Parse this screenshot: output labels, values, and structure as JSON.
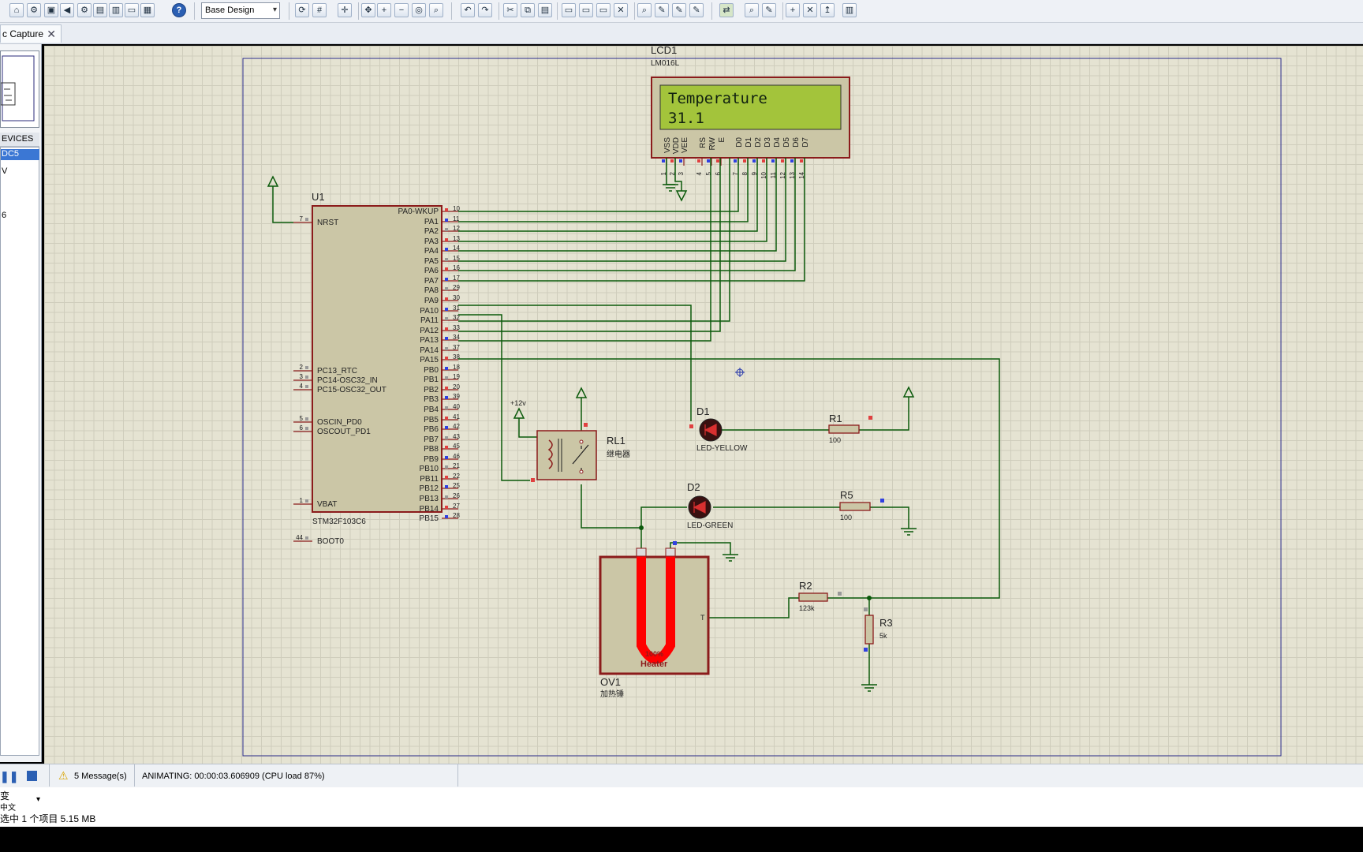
{
  "toolbar": {
    "design_select": "Base Design",
    "help_label": "?"
  },
  "tab": {
    "label": "c Capture",
    "close": "✕"
  },
  "sidebar": {
    "devices_header": "EVICES",
    "items": [
      "DC5",
      "V",
      "6"
    ]
  },
  "status": {
    "messages": "5 Message(s)",
    "animating": "ANIMATING: 00:00:03.606909 (CPU load 87%)"
  },
  "explorer": {
    "row1": "变",
    "row2": "中文",
    "row3": "选中 1 个项目   5.15 MB"
  },
  "schematic": {
    "lcd": {
      "ref": "LCD1",
      "part": "LM016L",
      "line1": "Temperature",
      "line2": "31.1",
      "pins": [
        "VSS",
        "VDD",
        "VEE",
        "RS",
        "RW",
        "E",
        "D0",
        "D1",
        "D2",
        "D3",
        "D4",
        "D5",
        "D6",
        "D7"
      ],
      "pin_nums": [
        "1",
        "2",
        "3",
        "4",
        "5",
        "6",
        "7",
        "8",
        "9",
        "10",
        "11",
        "12",
        "13",
        "14"
      ]
    },
    "mcu": {
      "ref": "U1",
      "part": "STM32F103C6",
      "left_pins": [
        {
          "num": "7",
          "name": "NRST"
        },
        {
          "num": "2",
          "name": "PC13_RTC"
        },
        {
          "num": "3",
          "name": "PC14-OSC32_IN"
        },
        {
          "num": "4",
          "name": "PC15-OSC32_OUT"
        },
        {
          "num": "5",
          "name": "OSCIN_PD0"
        },
        {
          "num": "6",
          "name": "OSCOUT_PD1"
        },
        {
          "num": "1",
          "name": "VBAT"
        },
        {
          "num": "44",
          "name": "BOOT0"
        }
      ],
      "right_pins": [
        {
          "num": "10",
          "name": "PA0-WKUP"
        },
        {
          "num": "11",
          "name": "PA1"
        },
        {
          "num": "12",
          "name": "PA2"
        },
        {
          "num": "13",
          "name": "PA3"
        },
        {
          "num": "14",
          "name": "PA4"
        },
        {
          "num": "15",
          "name": "PA5"
        },
        {
          "num": "16",
          "name": "PA6"
        },
        {
          "num": "17",
          "name": "PA7"
        },
        {
          "num": "29",
          "name": "PA8"
        },
        {
          "num": "30",
          "name": "PA9"
        },
        {
          "num": "31",
          "name": "PA10"
        },
        {
          "num": "32",
          "name": "PA11"
        },
        {
          "num": "33",
          "name": "PA12"
        },
        {
          "num": "34",
          "name": "PA13"
        },
        {
          "num": "37",
          "name": "PA14"
        },
        {
          "num": "38",
          "name": "PA15"
        },
        {
          "num": "18",
          "name": "PB0"
        },
        {
          "num": "19",
          "name": "PB1"
        },
        {
          "num": "20",
          "name": "PB2"
        },
        {
          "num": "39",
          "name": "PB3"
        },
        {
          "num": "40",
          "name": "PB4"
        },
        {
          "num": "41",
          "name": "PB5"
        },
        {
          "num": "42",
          "name": "PB6"
        },
        {
          "num": "43",
          "name": "PB7"
        },
        {
          "num": "45",
          "name": "PB8"
        },
        {
          "num": "46",
          "name": "PB9"
        },
        {
          "num": "21",
          "name": "PB10"
        },
        {
          "num": "22",
          "name": "PB11"
        },
        {
          "num": "25",
          "name": "PB12"
        },
        {
          "num": "26",
          "name": "PB13"
        },
        {
          "num": "27",
          "name": "PB14"
        },
        {
          "num": "28",
          "name": "PB15"
        }
      ]
    },
    "relay": {
      "ref": "RL1",
      "part": "继电器",
      "supply": "+12v"
    },
    "d1": {
      "ref": "D1",
      "part": "LED-YELLOW"
    },
    "d2": {
      "ref": "D2",
      "part": "LED-GREEN"
    },
    "r1": {
      "ref": "R1",
      "value": "100"
    },
    "r5": {
      "ref": "R5",
      "value": "100"
    },
    "r2": {
      "ref": "R2",
      "value": "123k"
    },
    "r3": {
      "ref": "R3",
      "value": "5k"
    },
    "oven": {
      "ref": "OV1",
      "part": "加热锤",
      "label": "Heater",
      "percent": "100%",
      "t_pin": "T"
    },
    "colors": {
      "wire": "#0b5a0b",
      "body": "#cbc6a6",
      "outline": "#8b1b1b",
      "lcd_screen": "#a3c43b",
      "heater": "#ff0000"
    }
  }
}
